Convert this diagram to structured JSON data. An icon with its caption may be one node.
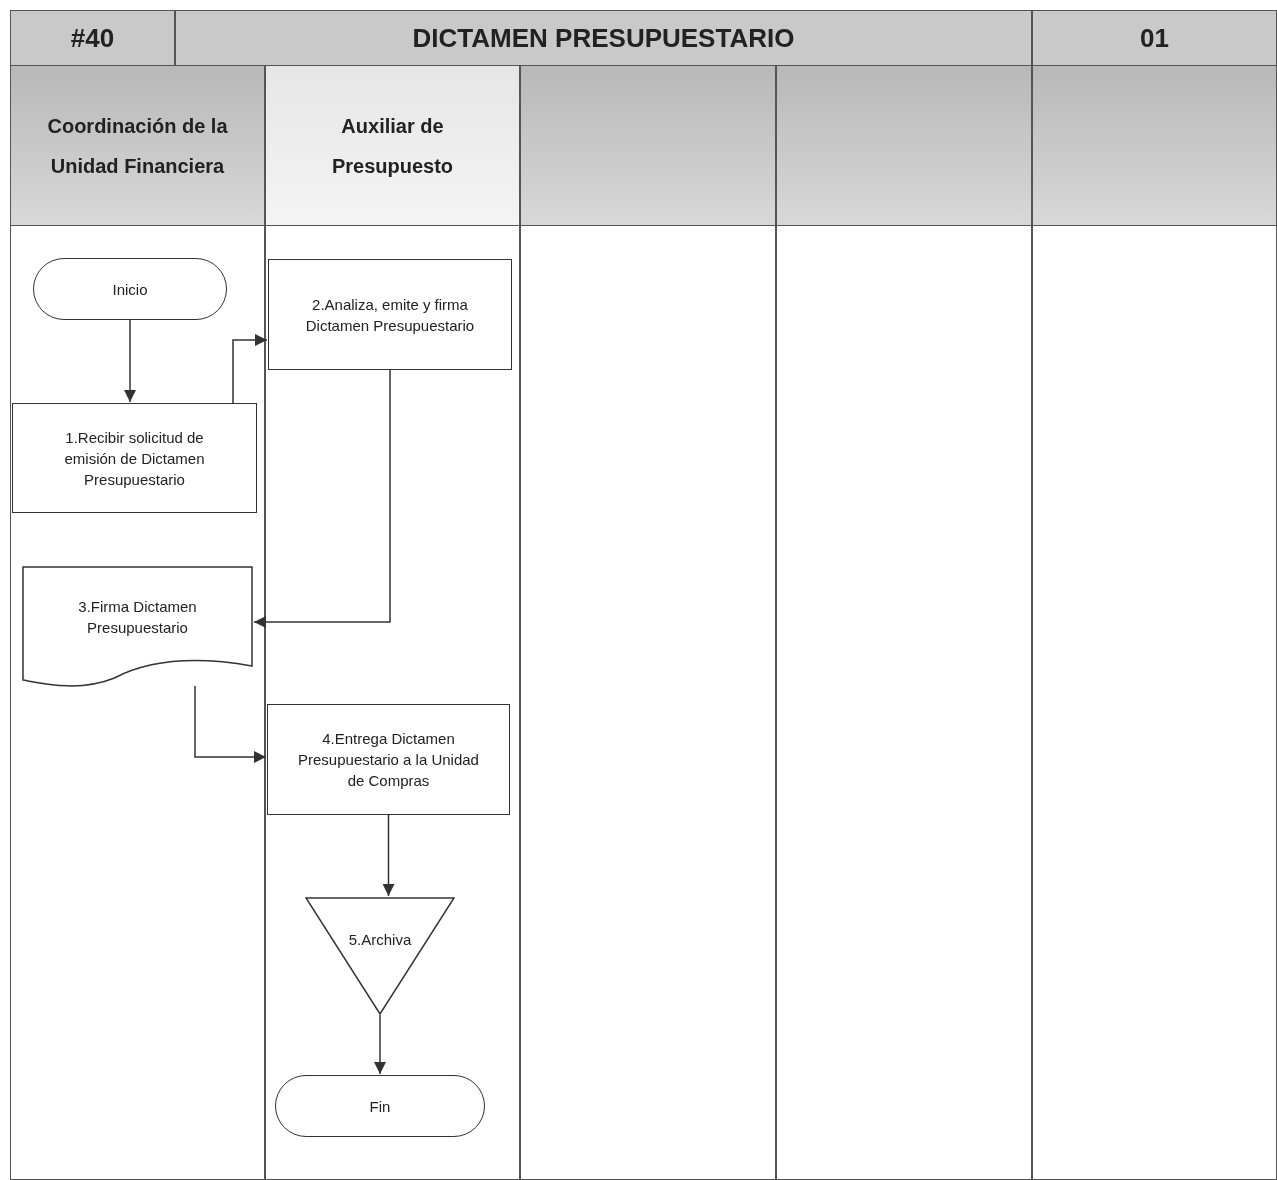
{
  "diagram": {
    "title": "DICTAMEN PRESUPUESTARIO",
    "nodes": [
      {
        "text": [
          "Coordinación de la Unidad Financiera"
        ]
      },
      {
        "text": [
          "Auxiliar de Presupuesto"
        ]
      },
      {
        "text": [],
        "shape": "box"
      },
      {
        "text": [],
        "shape": "box"
      },
      {
        "text": [],
        "shape": "box"
      },
      {
        "text": [
          "Inicio"
        ],
        "in": 0
      },
      {
        "text": [
          "1.Recibir solicitud de emisión de Dictamen Presupuestario"
        ],
        "in": 0
      },
      {
        "text": [
          "2.Analiza, emite y firma Dictamen Presupuestario"
        ],
        "in": 1
      },
      {
        "text": [
          "3.Firma Dictamen Presupuestario"
        ],
        "in": 0
      },
      {
        "text": [
          "4.Entrega Dictamen Presupuestario a la Unidad de Compras"
        ],
        "in": 1
      },
      {
        "text": [
          "5.Archiva"
        ],
        "in": 1
      },
      {
        "text": [
          "Fin"
        ],
        "in": 1
      }
    ],
    "edges": [
      {
        "from": 5,
        "to": 6,
        "arrow": "to"
      },
      {
        "from": 6,
        "to": 7,
        "arrow": "to"
      },
      {
        "from": 7,
        "to": 8,
        "arrow": "to"
      },
      {
        "from": 8,
        "to": 9,
        "arrow": "to"
      },
      {
        "from": 9,
        "to": 10,
        "arrow": "to"
      },
      {
        "from": 10,
        "to": 11,
        "arrow": "to"
      }
    ],
    "labels": [
      "#40",
      "01"
    ]
  }
}
